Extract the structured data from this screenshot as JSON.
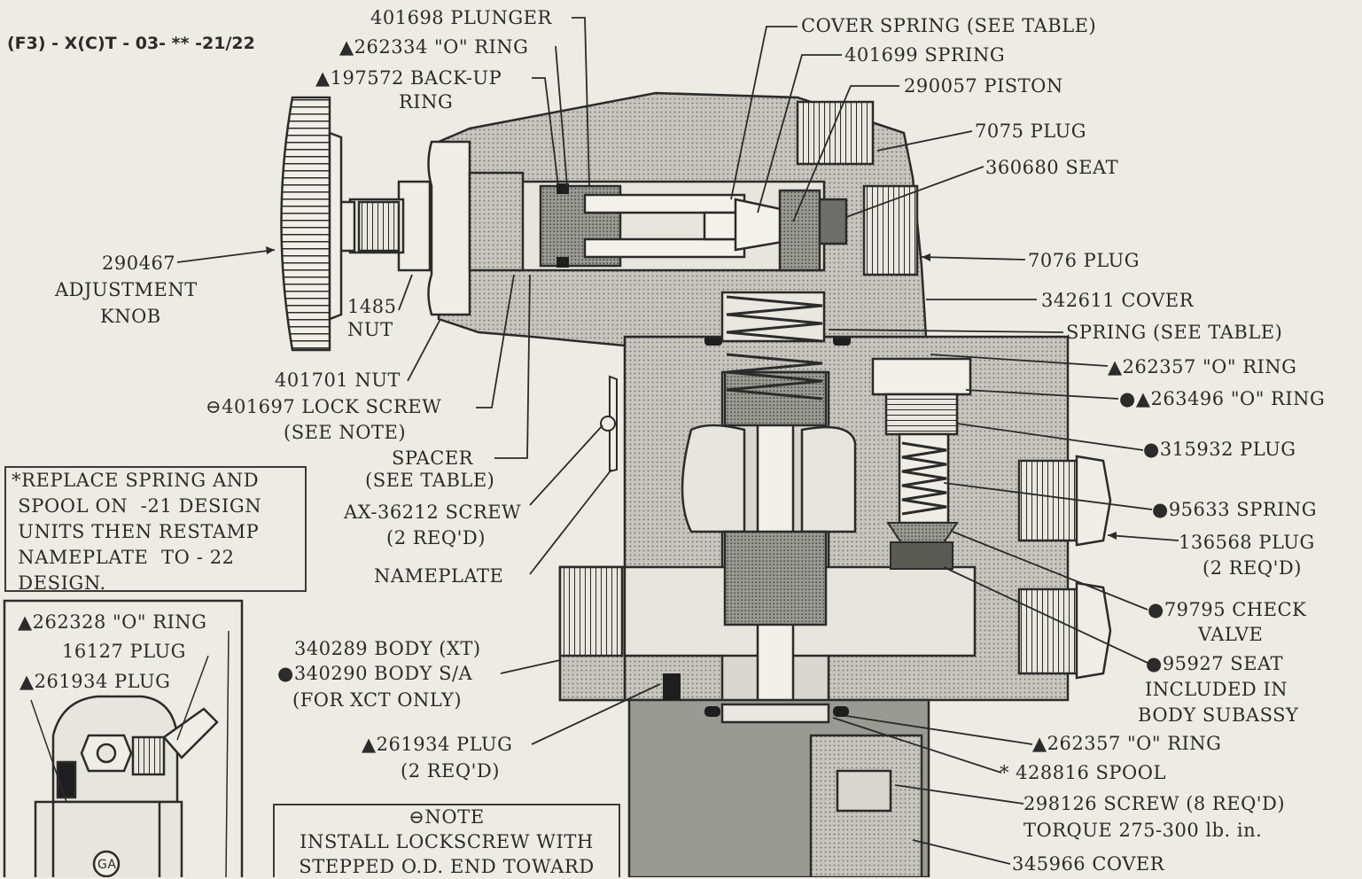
{
  "model_code": "(F3) - X(C)T - 03- ** -21/22",
  "labels": {
    "plunger": "401698 PLUNGER",
    "o_ring_262334": "▲262334 \"O\" RING",
    "backup_ring_1": "▲197572 BACK-UP",
    "backup_ring_2": "RING",
    "knob_1": "290467",
    "knob_2": "ADJUSTMENT",
    "knob_3": "KNOB",
    "nut1485_1": "1485",
    "nut1485_2": "NUT",
    "nut401701": "401701 NUT",
    "lockscrew_1": "⊖401697 LOCK SCREW",
    "lockscrew_2": "(SEE NOTE)",
    "spacer_1": "SPACER",
    "spacer_2": "(SEE TABLE)",
    "screw_ax_1": "AX-36212 SCREW",
    "screw_ax_2": "(2 REQ'D)",
    "nameplate": "NAMEPLATE",
    "body_1": "340289 BODY (XT)",
    "body_2": "●340290 BODY S/A",
    "body_3": "(FOR XCT ONLY)",
    "plug_261934_1": "▲261934 PLUG",
    "plug_261934_2": "(2 REQ'D)",
    "cover_spring": "COVER SPRING (SEE TABLE)",
    "spring_401699": "401699 SPRING",
    "piston": "290057 PISTON",
    "plug_7075": "7075 PLUG",
    "seat_360680": "360680 SEAT",
    "plug_7076": "7076 PLUG",
    "cover_342611": "342611 COVER",
    "spring_table": "SPRING (SEE TABLE)",
    "o_ring_262357_a": "▲262357 \"O\" RING",
    "o_ring_263496": "●▲263496 \"O\" RING",
    "plug_315932": "●315932 PLUG",
    "spring_95633": "●95633 SPRING",
    "plug_136568_1": "136568 PLUG",
    "plug_136568_2": "(2 REQ'D)",
    "check_valve_1": "●79795 CHECK",
    "check_valve_2": "VALVE",
    "seat_95927_1": "●95927 SEAT",
    "seat_95927_2": "INCLUDED IN",
    "seat_95927_3": "BODY SUBASSY",
    "o_ring_262357_b": "▲262357 \"O\" RING",
    "spool": "* 428816 SPOOL",
    "screw_298126_1": "298126 SCREW (8 REQ'D)",
    "screw_298126_2": "TORQUE 275-300  lb. in.",
    "cover_345966": "345966 COVER"
  },
  "replace_box": {
    "line1": "*REPLACE SPRING AND",
    "line2": " SPOOL ON  -21 DESIGN",
    "line3": " UNITS THEN RESTAMP",
    "line4": " NAMEPLATE  TO - 22",
    "line5": " DESIGN."
  },
  "inset": {
    "o_ring": "▲262328 \"O\" RING",
    "plug_16127": "16127 PLUG",
    "plug_261934": "▲261934 PLUG",
    "badge": "GA"
  },
  "note_box": {
    "title": "⊖NOTE",
    "line1": "INSTALL LOCKSCREW WITH",
    "line2": "STEPPED O.D. END TOWARD"
  },
  "colors": {
    "paper": "#ecece4",
    "ink": "#2b2b2b",
    "body_fill": "#b9b9b3",
    "dark_fill": "#8e8e88",
    "light_fill": "#d6d6cf"
  }
}
